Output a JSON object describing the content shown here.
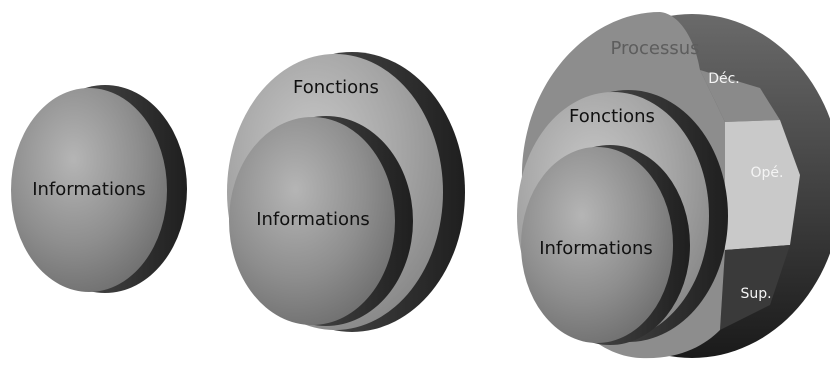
{
  "diagrams": [
    {
      "id": "single",
      "labels": {
        "informations": "Informations"
      }
    },
    {
      "id": "double",
      "labels": {
        "fonctions": "Fonctions",
        "informations": "Informations"
      }
    },
    {
      "id": "triple",
      "labels": {
        "processus": "Processus",
        "fonctions": "Fonctions",
        "informations": "Informations"
      },
      "segments": [
        "Déc.",
        "Opé.",
        "Sup."
      ]
    }
  ],
  "colors": {
    "disc_face": "#8f8f8f",
    "disc_face_light": "#b7b7b7",
    "disc_face_mid": "#9d9d9d",
    "rim_dark": "#2a2a2a",
    "rim_mid": "#4a4a4a",
    "segment_dec": "#8a8a8a",
    "segment_ope": "#c9c9c9",
    "segment_sup": "#3a3a3a",
    "text_dark": "#111111",
    "text_light": "#f4f4f4",
    "text_processus": "#5d5d5d"
  }
}
